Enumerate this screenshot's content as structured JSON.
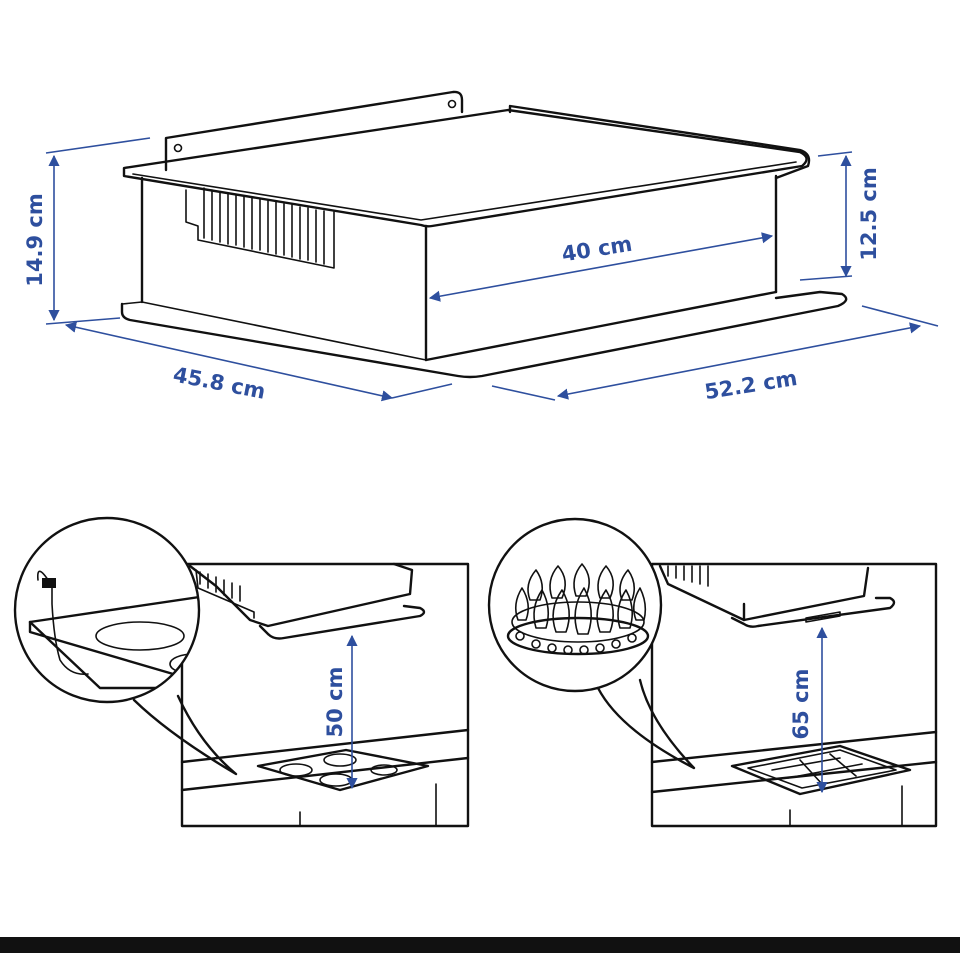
{
  "colors": {
    "line": "#111111",
    "dimension": "#2e4f9e",
    "background": "#ffffff",
    "bar": "#111111"
  },
  "dimensions": {
    "height_total": "14.9 cm",
    "height_box": "12.5 cm",
    "width_inner": "40 cm",
    "depth": "45.8 cm",
    "width_total": "52.2 cm"
  },
  "scenes": {
    "electric": {
      "distance": "50 cm",
      "detail_icon": "electric-hob-plug-icon"
    },
    "gas": {
      "distance": "65 cm",
      "detail_icon": "gas-flame-burner-icon"
    }
  }
}
